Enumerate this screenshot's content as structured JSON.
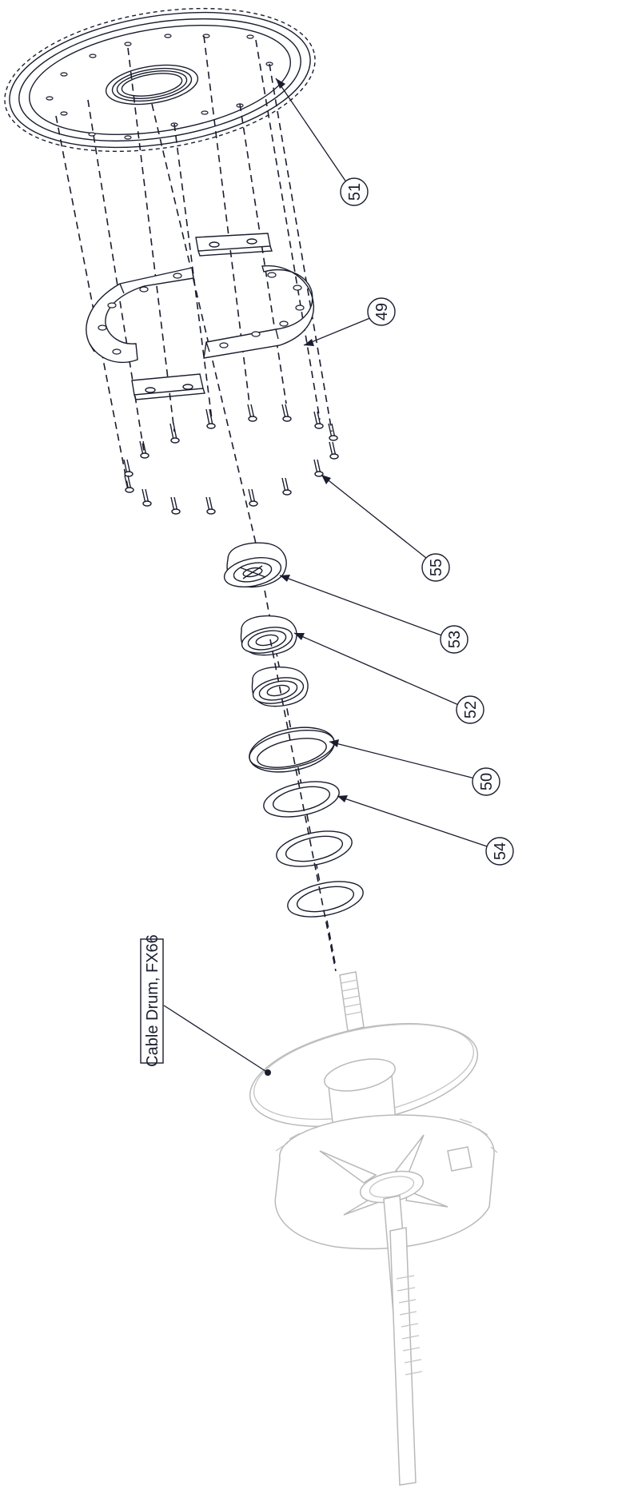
{
  "callouts": [
    {
      "id": "c51",
      "number": "51"
    },
    {
      "id": "c49",
      "number": "49"
    },
    {
      "id": "c55",
      "number": "55"
    },
    {
      "id": "c53",
      "number": "53"
    },
    {
      "id": "c52",
      "number": "52"
    },
    {
      "id": "c50",
      "number": "50"
    },
    {
      "id": "c54",
      "number": "54"
    }
  ],
  "label": {
    "text": "Cable Drum, FX66"
  },
  "colors": {
    "ink": "#1a1d2e",
    "ghost": "#b9b9b9",
    "background": "#ffffff"
  }
}
